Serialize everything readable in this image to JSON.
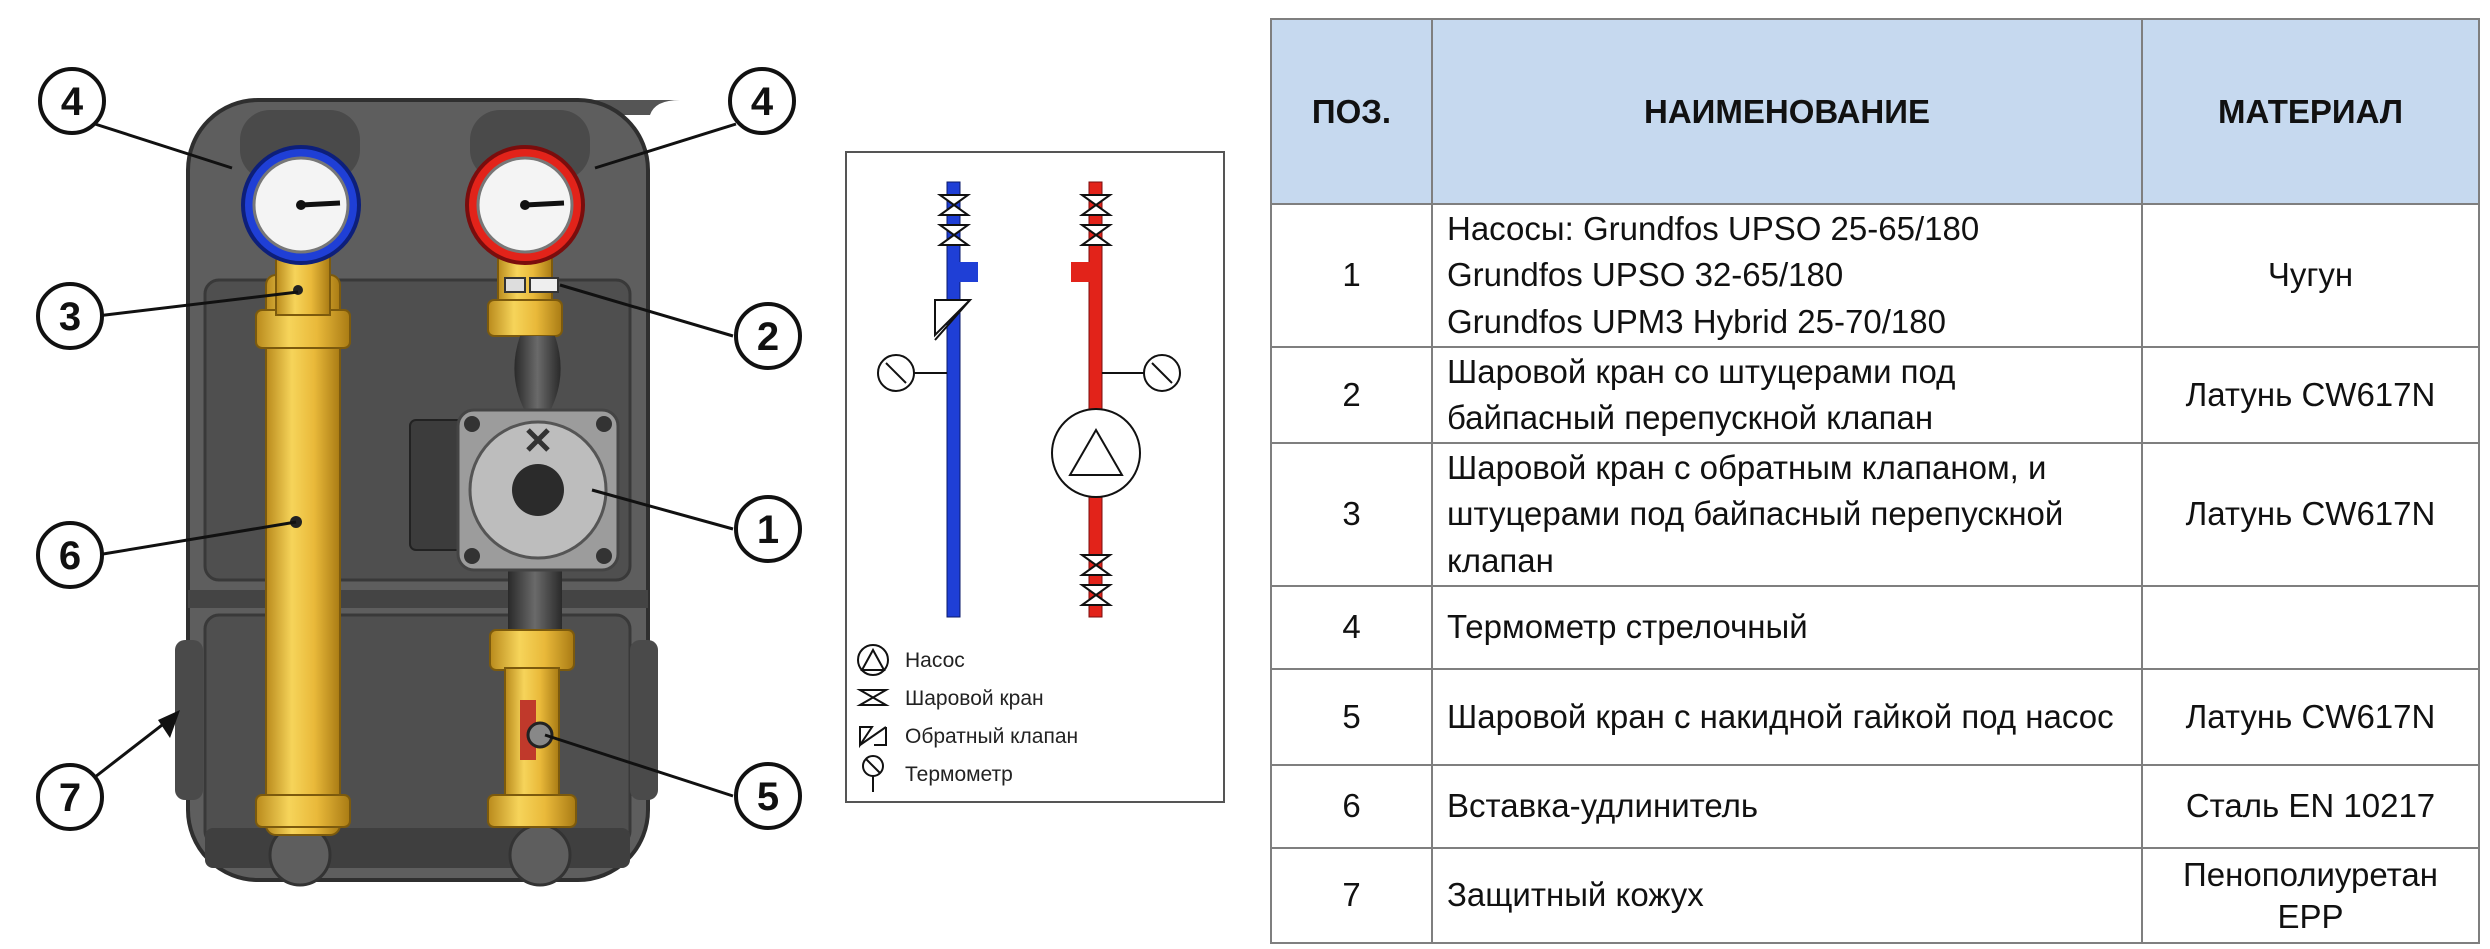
{
  "callouts": [
    "4",
    "4",
    "3",
    "2",
    "6",
    "1",
    "7",
    "5"
  ],
  "legend": {
    "pump": "Насос",
    "ball_valve": "Шаровой кран",
    "check_valve": "Обратный клапан",
    "thermometer": "Термометр"
  },
  "table": {
    "headers": [
      "ПОЗ.",
      "НАИМЕНОВАНИЕ",
      "МАТЕРИАЛ"
    ],
    "rows": [
      {
        "pos": "1",
        "name": "Насосы: Grundfos UPSO 25-65/180\n            Grundfos UPSO 32-65/180\n            Grundfos UPM3 Hybrid 25-70/180",
        "material": "Чугун"
      },
      {
        "pos": "2",
        "name": "Шаровой кран со штуцерами под байпасный перепускной клапан",
        "material": "Латунь CW617N"
      },
      {
        "pos": "3",
        "name": "Шаровой кран с обратным клапаном, и штуцерами под байпасный перепускной клапан",
        "material": "Латунь CW617N"
      },
      {
        "pos": "4",
        "name": "Термометр стрелочный",
        "material": ""
      },
      {
        "pos": "5",
        "name": "Шаровой кран с накидной гайкой под насос",
        "material": "Латунь CW617N"
      },
      {
        "pos": "6",
        "name": "Вставка-удлинитель",
        "material": "Сталь EN 10217"
      },
      {
        "pos": "7",
        "name": "Защитный кожух",
        "material": "Пенополиуретан EPP"
      }
    ]
  },
  "colors": {
    "header_bg": "#c6d9ef",
    "housing": "#5b5b5b",
    "brass": "#e6b83a",
    "supply_red": "#e2231a",
    "return_blue": "#1f3fd6"
  }
}
